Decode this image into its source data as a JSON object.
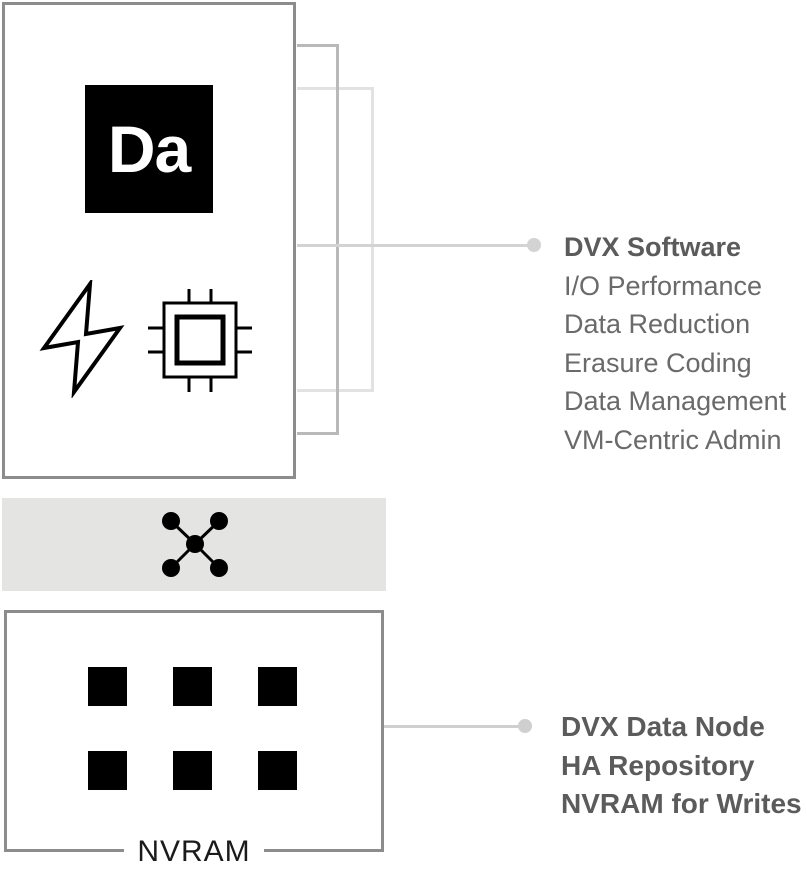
{
  "logo": {
    "text": "Da"
  },
  "software": {
    "title": "DVX Software",
    "items": [
      "I/O Performance",
      "Data Reduction",
      "Erasure Coding",
      "Data Management",
      "VM-Centric Admin"
    ]
  },
  "data_node": {
    "lines": [
      "DVX Data Node",
      "HA Repository",
      "NVRAM for Writes"
    ],
    "label": "NVRAM"
  },
  "icons": {
    "power": "lightning-bolt-icon",
    "cpu": "cpu-chip-icon",
    "network": "network-hub-icon"
  },
  "colors": {
    "frame": "#8c8c8c",
    "connector_top": "#d3d3d3",
    "connector_bottom": "#cfcfcf",
    "text_gray": "#5b5b5b",
    "band": "#e4e4e2"
  }
}
